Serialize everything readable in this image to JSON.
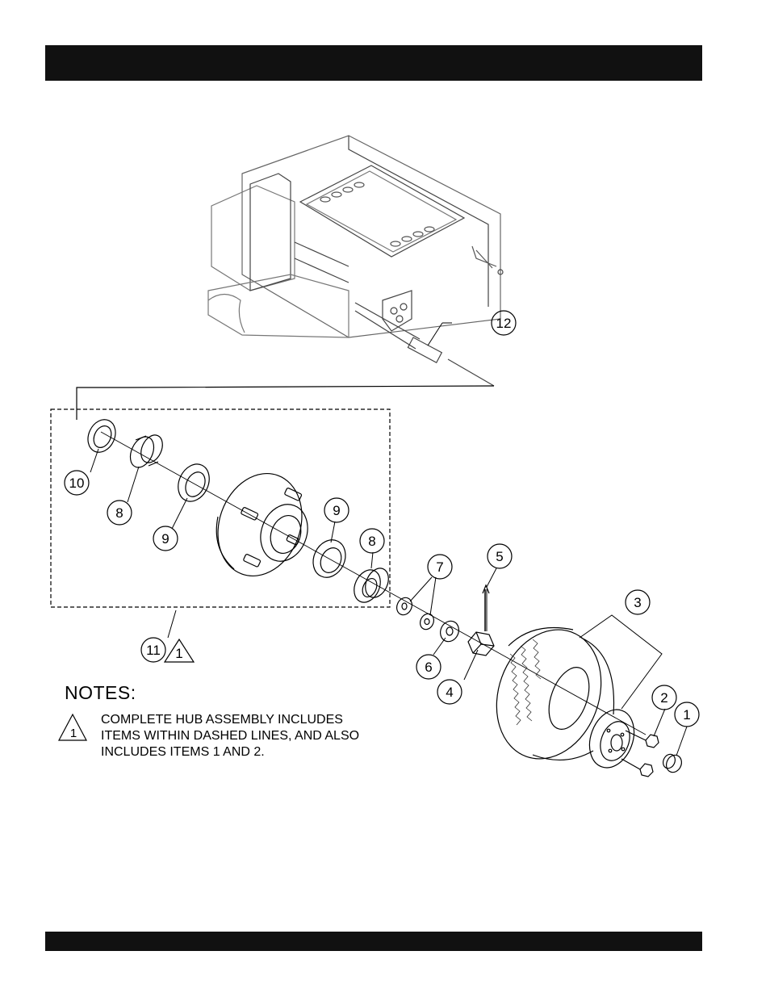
{
  "callouts": {
    "c1": "1",
    "c2": "2",
    "c3": "3",
    "c4": "4",
    "c5": "5",
    "c6": "6",
    "c7": "7",
    "c8a": "8",
    "c8b": "8",
    "c9a": "9",
    "c9b": "9",
    "c10": "10",
    "c11": "11",
    "c12": "12",
    "c11_note": "1"
  },
  "notes": {
    "title": "NOTES:",
    "marker": "1",
    "text": "COMPLETE HUB ASSEMBLY INCLUDES\nITEMS WITHIN DASHED LINES, AND ALSO\nINCLUDES ITEMS 1 AND 2."
  },
  "colors": {
    "header_bar": "#111111",
    "line": "#000000"
  }
}
